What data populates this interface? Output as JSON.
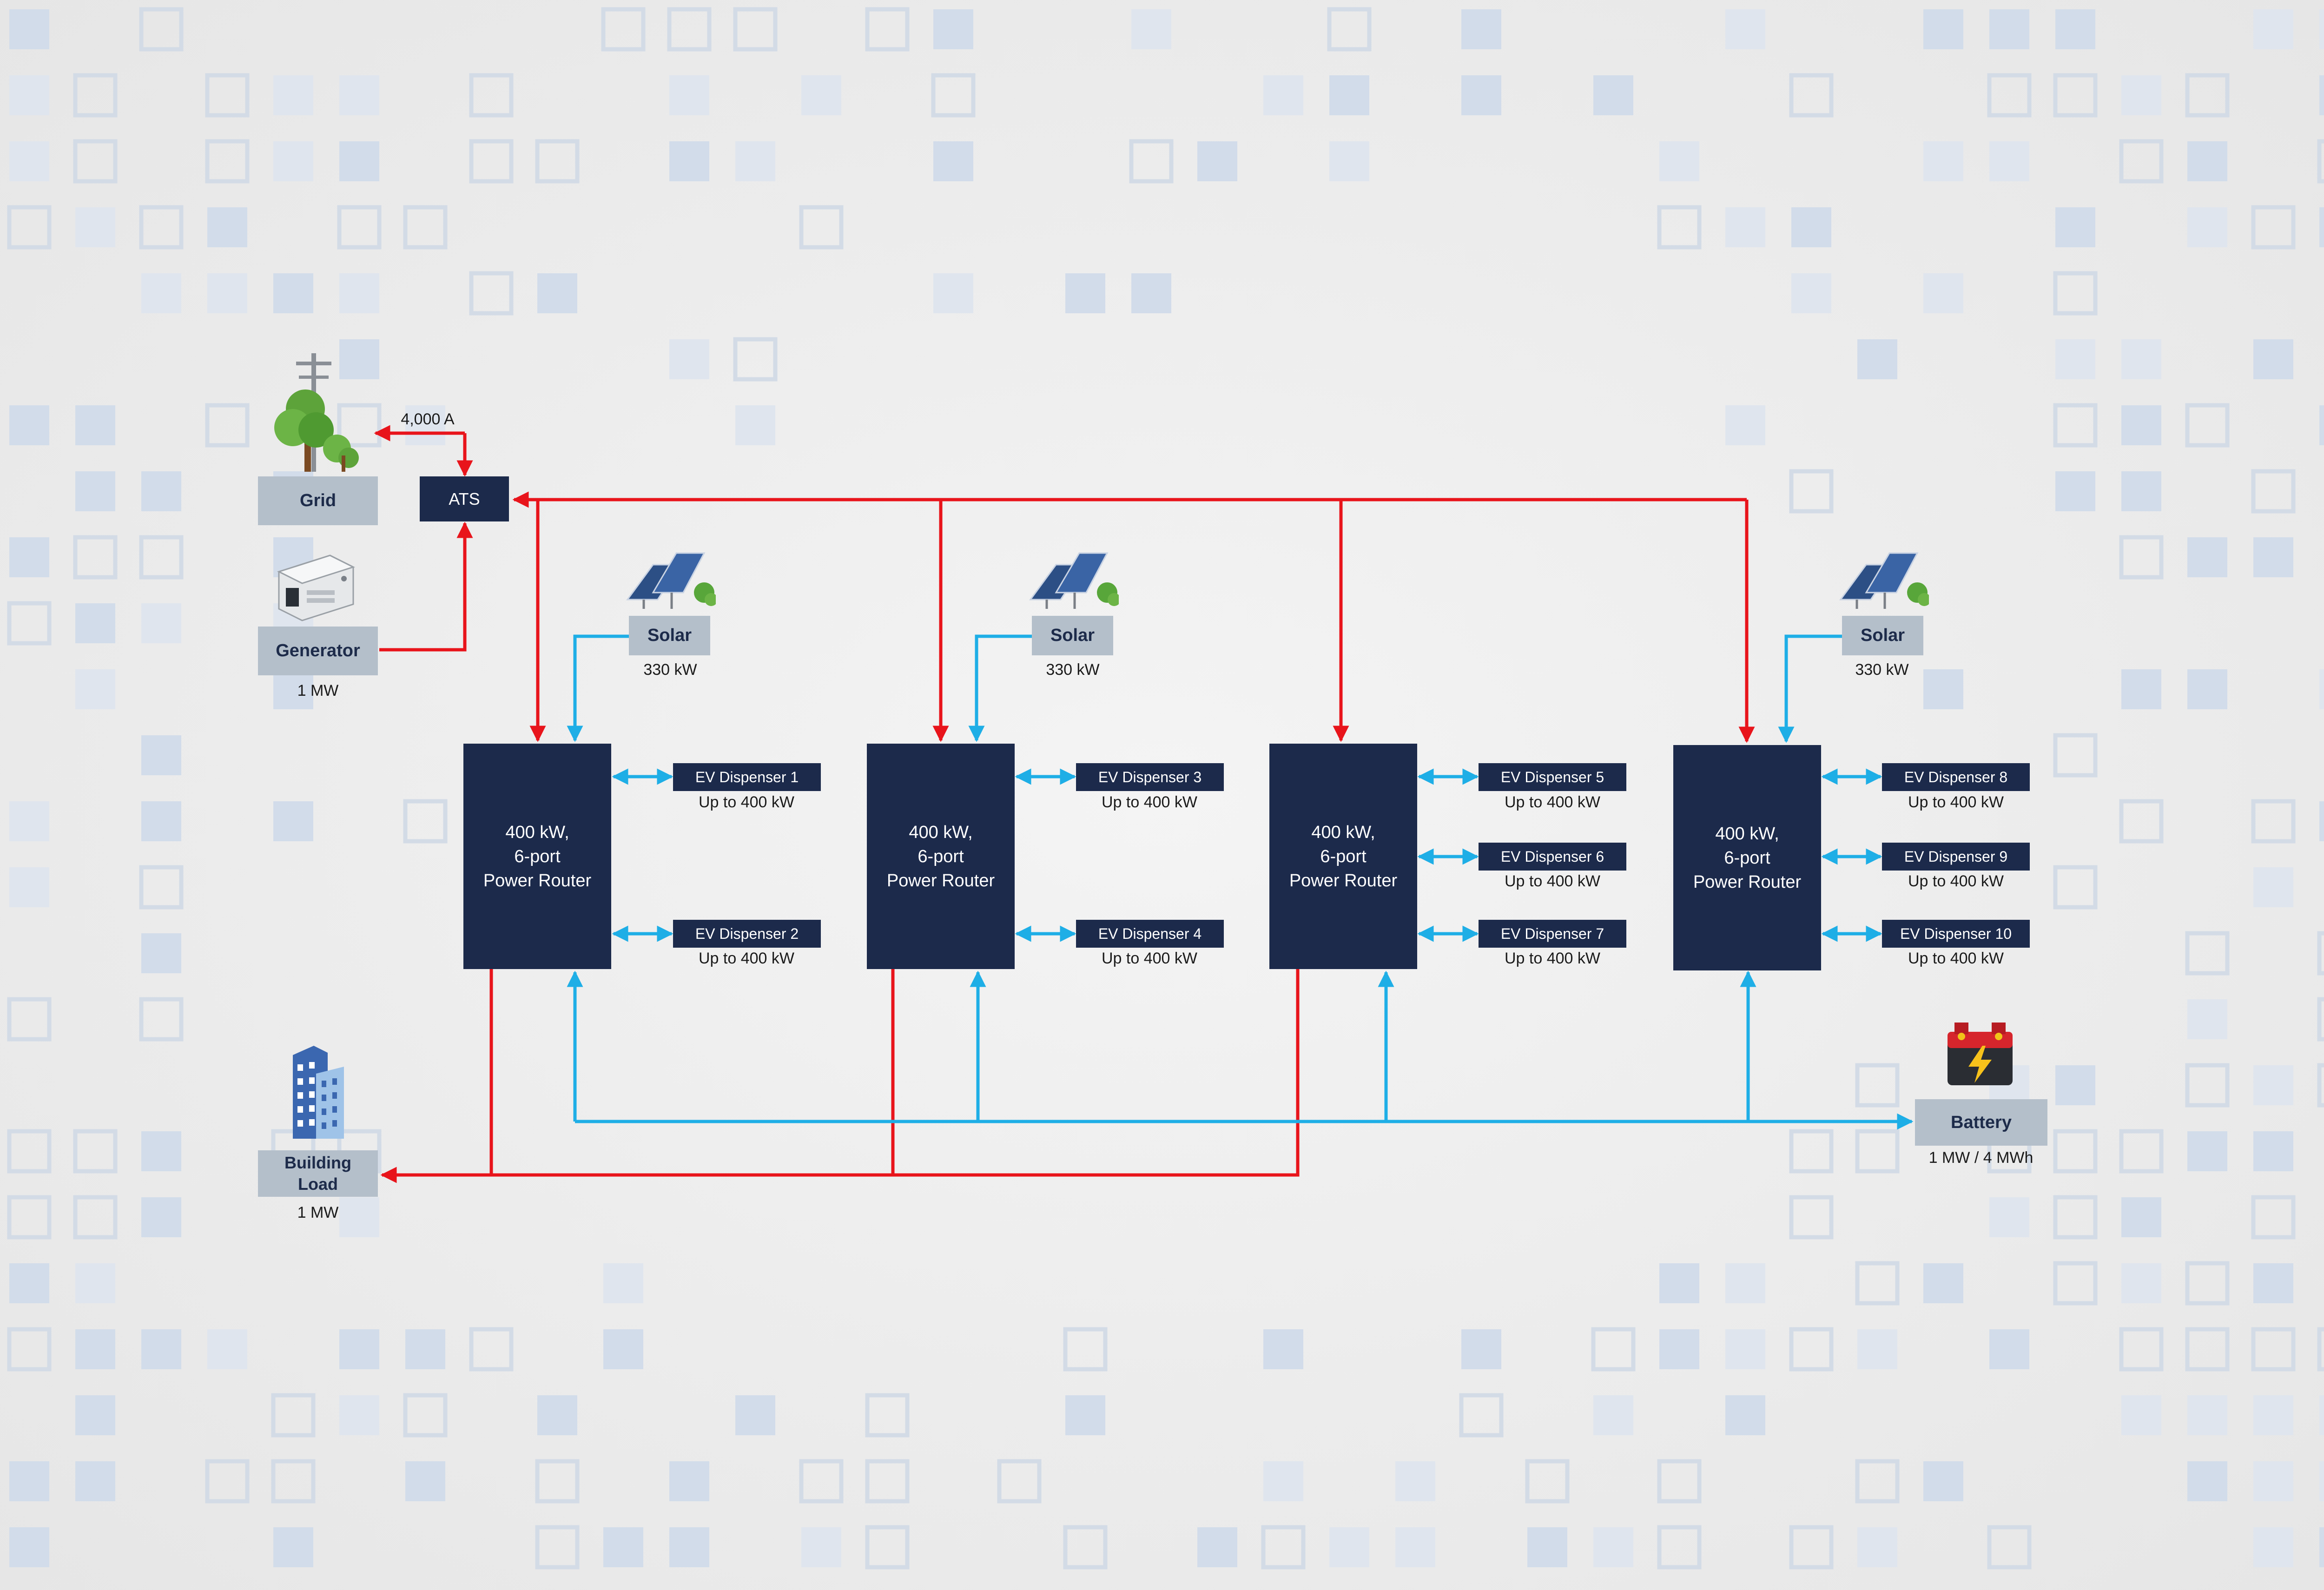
{
  "colors": {
    "navy": "#1c2a4b",
    "gray_label": "#b4bfca",
    "ac_line": "#e8141b",
    "dc_line": "#1eaee6"
  },
  "grid": {
    "label": "Grid",
    "current": "4,000 A",
    "icon": "utility-pole-tree-icon"
  },
  "ats": {
    "label": "ATS"
  },
  "generator": {
    "label": "Generator",
    "rating": "1 MW",
    "icon": "generator-icon"
  },
  "building": {
    "label": "Building Load",
    "rating": "1 MW",
    "icon": "building-icon"
  },
  "battery": {
    "label": "Battery",
    "rating": "1 MW / 4 MWh",
    "icon": "battery-icon"
  },
  "solar": [
    {
      "label": "Solar",
      "rating": "330 kW",
      "icon": "solar-panel-icon"
    },
    {
      "label": "Solar",
      "rating": "330 kW",
      "icon": "solar-panel-icon"
    },
    {
      "label": "Solar",
      "rating": "330 kW",
      "icon": "solar-panel-icon"
    }
  ],
  "routers": [
    {
      "line1": "400 kW,",
      "line2": "6-port",
      "line3": "Power Router"
    },
    {
      "line1": "400 kW,",
      "line2": "6-port",
      "line3": "Power Router"
    },
    {
      "line1": "400 kW,",
      "line2": "6-port",
      "line3": "Power Router"
    },
    {
      "line1": "400 kW,",
      "line2": "6-port",
      "line3": "Power Router"
    }
  ],
  "dispensers": [
    {
      "label": "EV Dispenser 1",
      "rating": "Up to 400 kW"
    },
    {
      "label": "EV Dispenser 2",
      "rating": "Up to 400 kW"
    },
    {
      "label": "EV Dispenser 3",
      "rating": "Up to 400 kW"
    },
    {
      "label": "EV Dispenser 4",
      "rating": "Up to 400 kW"
    },
    {
      "label": "EV Dispenser 5",
      "rating": "Up to 400 kW"
    },
    {
      "label": "EV Dispenser 6",
      "rating": "Up to 400 kW"
    },
    {
      "label": "EV Dispenser 7",
      "rating": "Up to 400 kW"
    },
    {
      "label": "EV Dispenser 8",
      "rating": "Up to 400 kW"
    },
    {
      "label": "EV Dispenser 9",
      "rating": "Up to 400 kW"
    },
    {
      "label": "EV Dispenser 10",
      "rating": "Up to 400 kW"
    }
  ]
}
